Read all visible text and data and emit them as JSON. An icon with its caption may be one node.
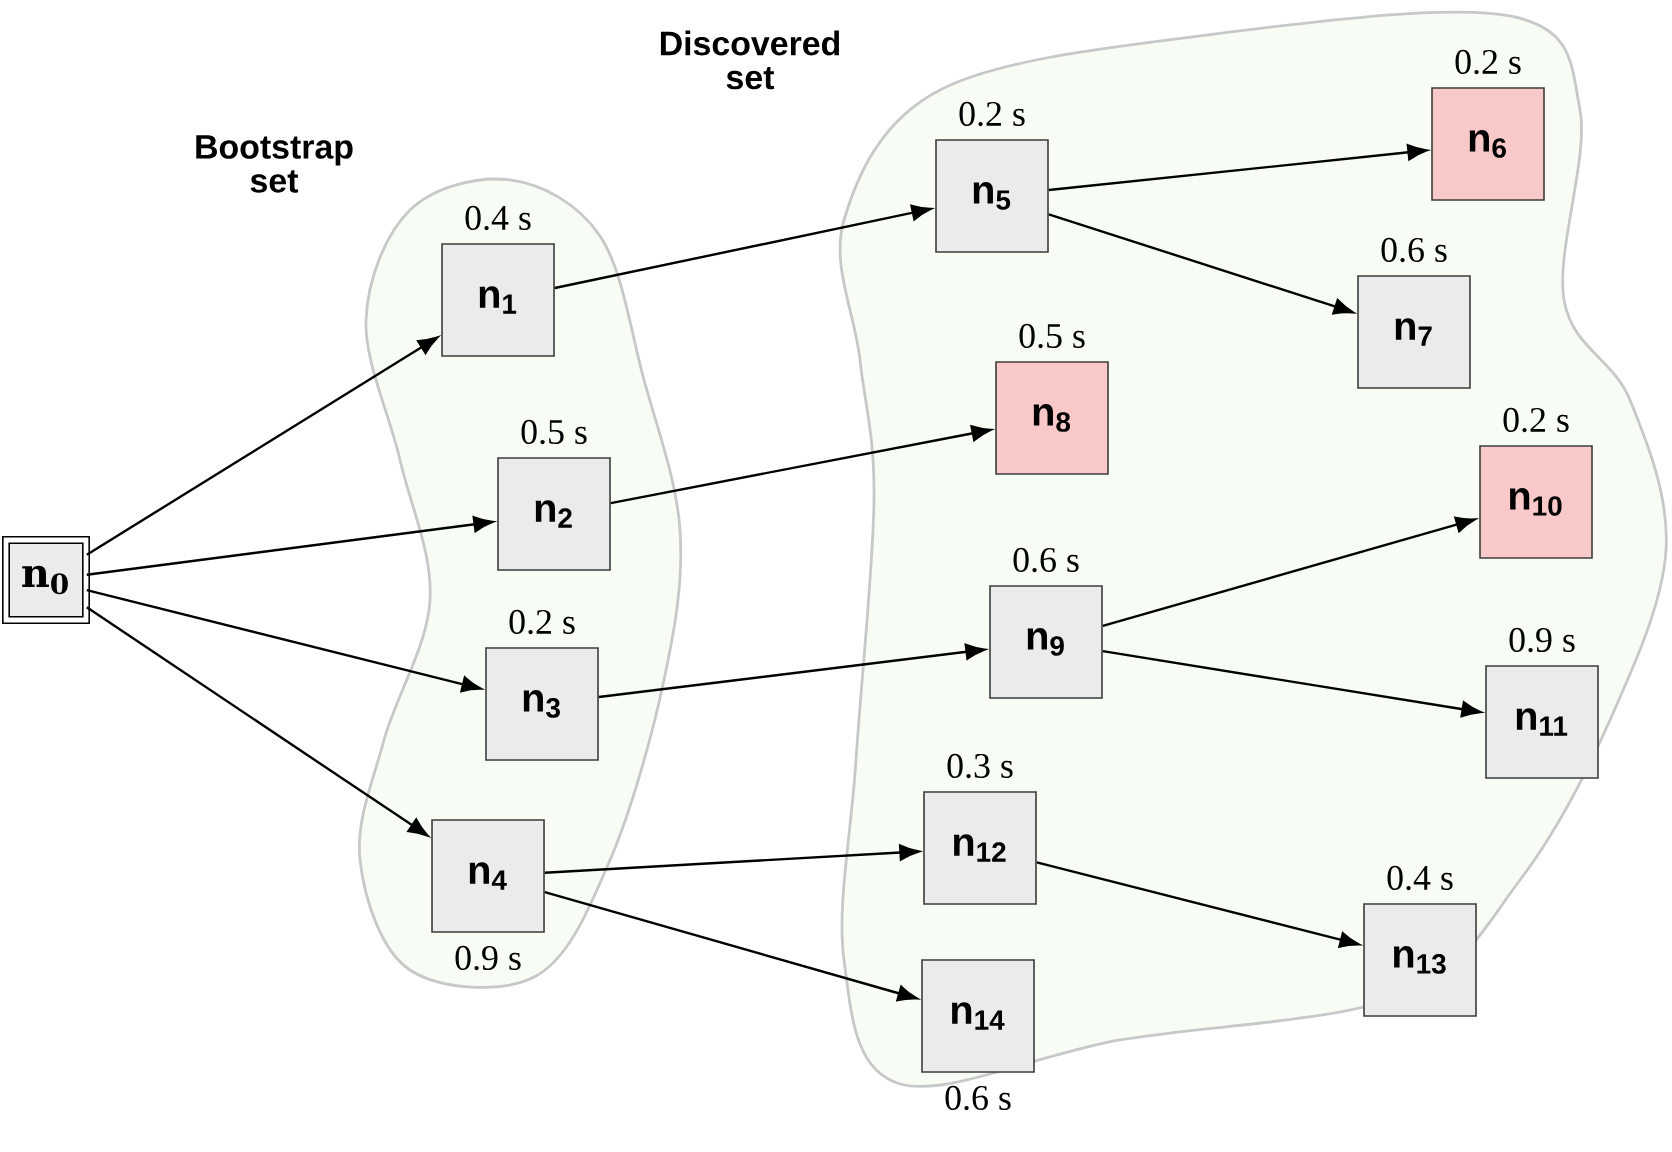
{
  "diagram": {
    "nodes": [
      {
        "text": [
          "Bootstrap set"
        ]
      },
      {
        "text": [
          "Discovered set"
        ]
      },
      {
        "text": [
          "n$_{0}$"
        ]
      },
      {
        "text": [
          "n$_{1}$"
        ],
        "in": 0,
        "beside": [
          "0.4 s"
        ]
      },
      {
        "text": [
          "n$_{2}$"
        ],
        "in": 0,
        "beside": [
          "0.5 s"
        ]
      },
      {
        "text": [
          "n$_{3}$"
        ],
        "in": 0,
        "beside": [
          "0.2 s"
        ]
      },
      {
        "text": [
          "n$_{4}$"
        ],
        "in": 0,
        "beside": [
          "0.9 s"
        ]
      },
      {
        "text": [
          "n$_{5}$"
        ],
        "in": 1,
        "beside": [
          "0.2 s"
        ]
      },
      {
        "text": [
          "n$_{6}$"
        ],
        "in": 1,
        "beside": [
          "0.2 s"
        ]
      },
      {
        "text": [
          "n$_{7}$"
        ],
        "in": 1,
        "beside": [
          "0.6 s"
        ]
      },
      {
        "text": [
          "n$_{8}$"
        ],
        "in": 1,
        "beside": [
          "0.5 s"
        ]
      },
      {
        "text": [
          "n$_{9}$"
        ],
        "in": 1,
        "beside": [
          "0.6 s"
        ]
      },
      {
        "text": [
          "n$_{10}$"
        ],
        "in": 1,
        "beside": [
          "0.2 s"
        ]
      },
      {
        "text": [
          "n$_{11}$"
        ],
        "in": 1,
        "beside": [
          "0.9 s"
        ]
      },
      {
        "text": [
          "n$_{12}$"
        ],
        "in": 1,
        "beside": [
          "0.3 s"
        ]
      },
      {
        "text": [
          "n$_{13}$"
        ],
        "in": 1,
        "beside": [
          "0.4 s"
        ]
      },
      {
        "text": [
          "n$_{14}$"
        ],
        "in": 1,
        "beside": [
          "0.6 s"
        ]
      }
    ],
    "edges": [
      {
        "from": 2,
        "to": 3,
        "arrow": "to"
      },
      {
        "from": 2,
        "to": 4,
        "arrow": "to"
      },
      {
        "from": 2,
        "to": 5,
        "arrow": "to"
      },
      {
        "from": 2,
        "to": 6,
        "arrow": "to"
      },
      {
        "from": 3,
        "to": 7,
        "arrow": "to"
      },
      {
        "from": 4,
        "to": 10,
        "arrow": "to"
      },
      {
        "from": 5,
        "to": 11,
        "arrow": "to"
      },
      {
        "from": 6,
        "to": 14,
        "arrow": "to"
      },
      {
        "from": 6,
        "to": 16,
        "arrow": "to"
      },
      {
        "from": 7,
        "to": 8,
        "arrow": "to"
      },
      {
        "from": 7,
        "to": 9,
        "arrow": "to"
      },
      {
        "from": 11,
        "to": 12,
        "arrow": "to"
      },
      {
        "from": 11,
        "to": 13,
        "arrow": "to"
      },
      {
        "from": 14,
        "to": 15,
        "arrow": "to"
      }
    ]
  }
}
